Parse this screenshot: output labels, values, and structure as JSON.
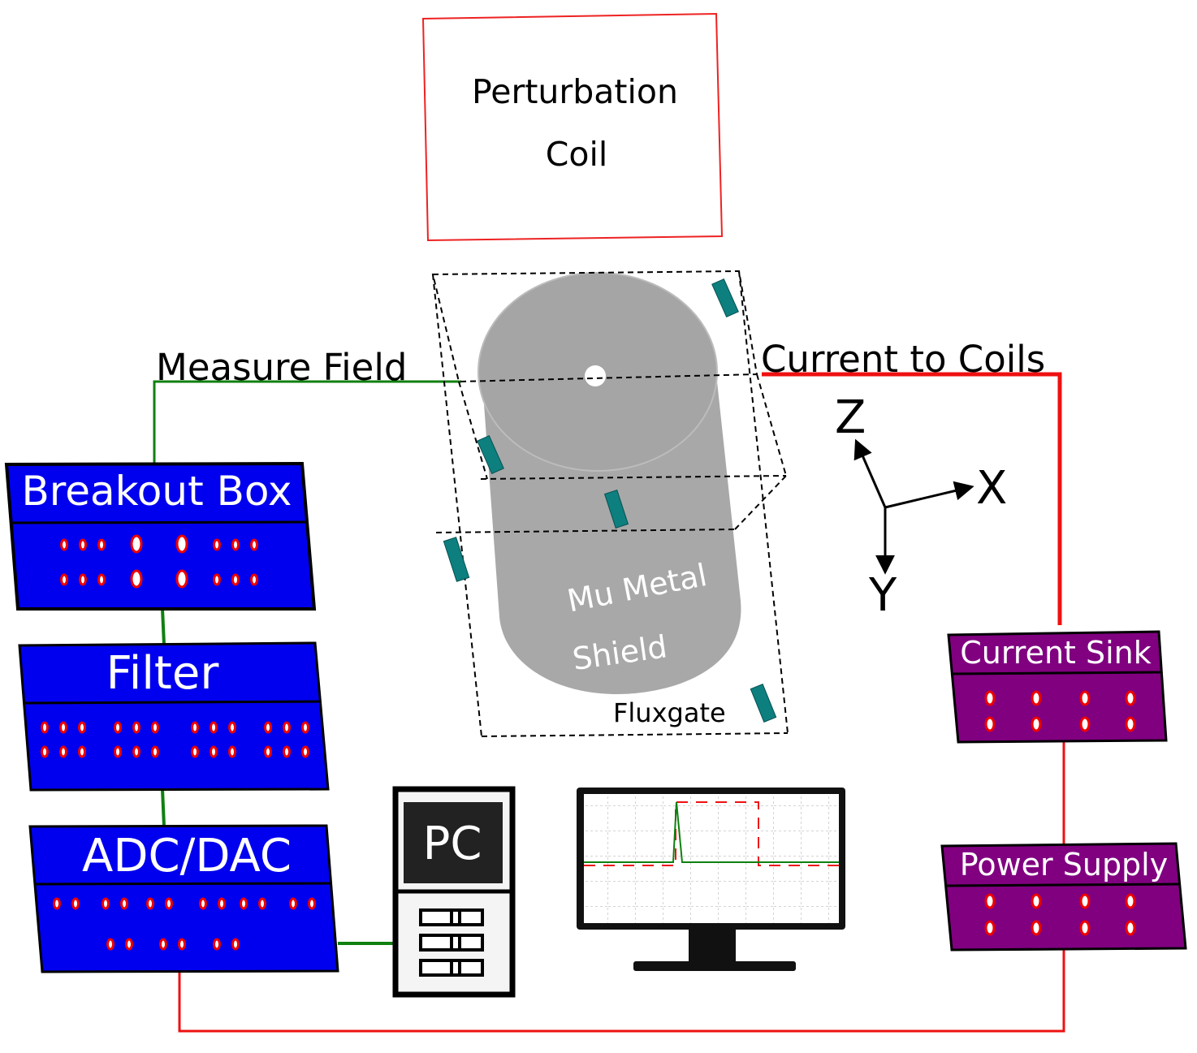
{
  "labels": {
    "perturbation_line1": "Perturbation",
    "perturbation_line2": "Coil",
    "measure_field": "Measure Field",
    "current_to_coils": "Current to Coils",
    "shield_line1": "Mu Metal",
    "shield_line2": "Shield",
    "fluxgate": "Fluxgate",
    "axis_x": "X",
    "axis_y": "Y",
    "axis_z": "Z",
    "breakout_box": "Breakout Box",
    "filter": "Filter",
    "adc_dac": "ADC/DAC",
    "pc": "PC",
    "current_sink": "Current Sink",
    "power_supply": "Power Supply"
  },
  "colors": {
    "panel_blue": "#0000ee",
    "panel_purple": "#800080",
    "wire_red": "#ee1111",
    "wire_green": "#108010",
    "shield_gray": "#a8a8a8",
    "fluxgate_teal": "#0d7f7f",
    "coil_border": "#ee2222"
  },
  "icons": {
    "pc": "pc-tower-icon",
    "monitor": "monitor-icon"
  }
}
